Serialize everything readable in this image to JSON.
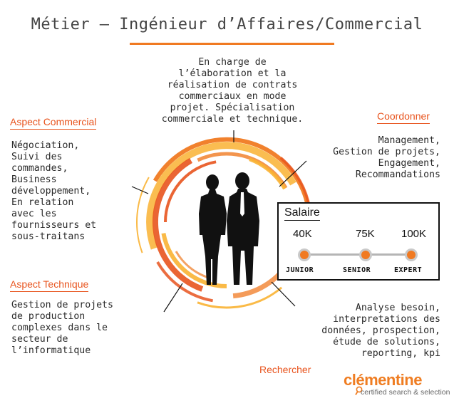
{
  "title": "Métier – Ingénieur d’Affaires/Commercial",
  "center_description": "En charge de\nl’élaboration et la\nréalisation de contrats\ncommerciaux en mode\nprojet. Spécialisation\ncommerciale et technique.",
  "sections": {
    "commercial": {
      "heading": "Aspect Commercial",
      "text": "Négociation,\nSuivi des\ncommandes,\nBusiness\ndéveloppement,\nEn relation\navec les\nfournisseurs et\nsous-traitans"
    },
    "coordonner": {
      "heading": "Coordonner",
      "text": "Management,\nGestion de projets,\nEngagement,\nRecommandations"
    },
    "technique": {
      "heading": "Aspect Technique",
      "text": "Gestion de projets\nde production\ncomplexes dans le\nsecteur de\nl’informatique"
    },
    "rechercher": {
      "heading": "Rechercher",
      "text": "Analyse besoin,\ninterpretations des\ndonnées, prospection,\nétude de solutions,\nreporting, kpi"
    }
  },
  "salary": {
    "title": "Salaire",
    "levels": [
      {
        "value": "40K",
        "label": "JUNIOR"
      },
      {
        "value": "75K",
        "label": "SENIOR"
      },
      {
        "value": "100K",
        "label": "EXPERT"
      }
    ]
  },
  "logo": {
    "name": "clémentine",
    "tagline": "certified search & selection"
  },
  "colors": {
    "accent": "#f07a22",
    "accent_dark": "#e8541e",
    "ring_light": "#f9b233",
    "text": "#2a2a2a"
  },
  "icons": [
    "businesswoman-silhouette-icon",
    "businessman-silhouette-icon",
    "magnifier-icon"
  ]
}
